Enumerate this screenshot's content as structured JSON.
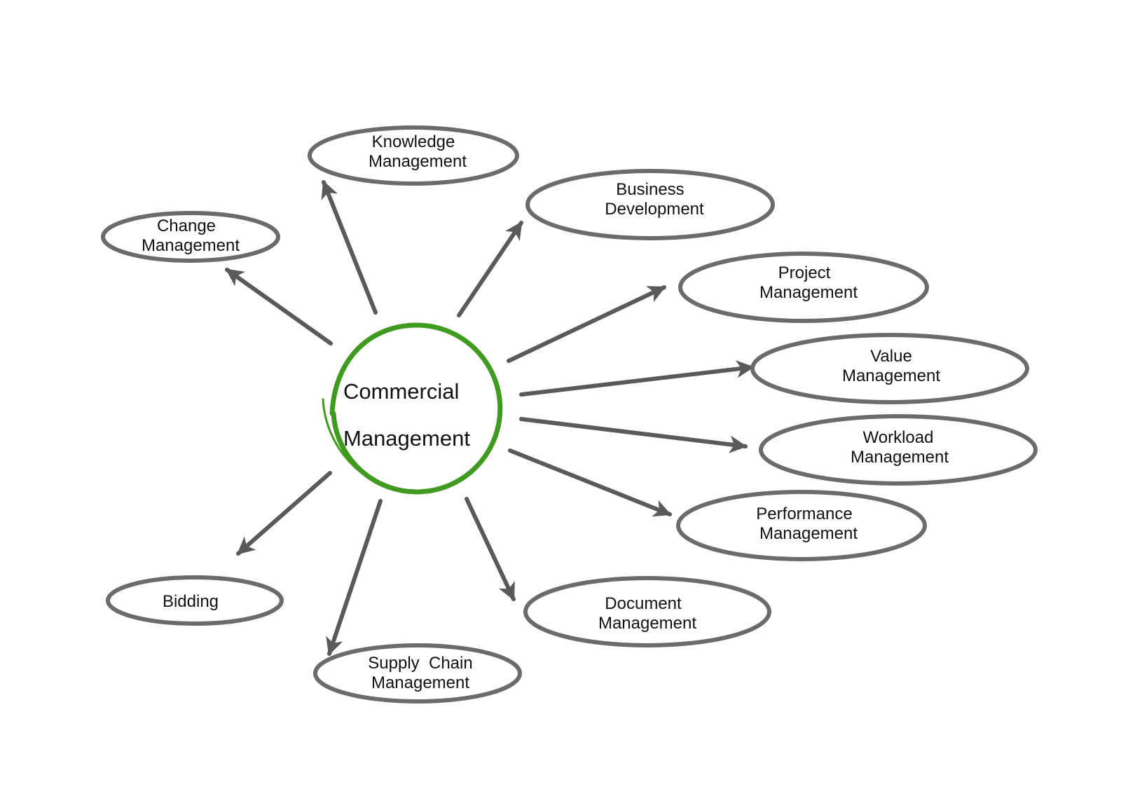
{
  "center": {
    "lines": [
      "Commercial",
      "Management"
    ]
  },
  "colors": {
    "center_ring": "#3f9a1f",
    "ellipse_stroke": "#6b6b6b",
    "arrow": "#5a5a5a",
    "text": "#111111"
  },
  "nodes": [
    {
      "id": "knowledge-management",
      "lines": [
        "Knowledge",
        "Management"
      ]
    },
    {
      "id": "change-management",
      "lines": [
        "Change",
        "Management"
      ]
    },
    {
      "id": "business-development",
      "lines": [
        "Business",
        "Development"
      ]
    },
    {
      "id": "project-management",
      "lines": [
        "Project",
        "Management"
      ]
    },
    {
      "id": "value-management",
      "lines": [
        "Value",
        "Management"
      ]
    },
    {
      "id": "workload-management",
      "lines": [
        "Workload",
        "Management"
      ]
    },
    {
      "id": "performance-management",
      "lines": [
        "Performance",
        "Management"
      ]
    },
    {
      "id": "document-management",
      "lines": [
        "Document",
        "Management"
      ]
    },
    {
      "id": "bidding",
      "lines": [
        "Bidding"
      ]
    },
    {
      "id": "supply-chain-management",
      "lines": [
        "Supply  Chain",
        "Management"
      ]
    }
  ]
}
